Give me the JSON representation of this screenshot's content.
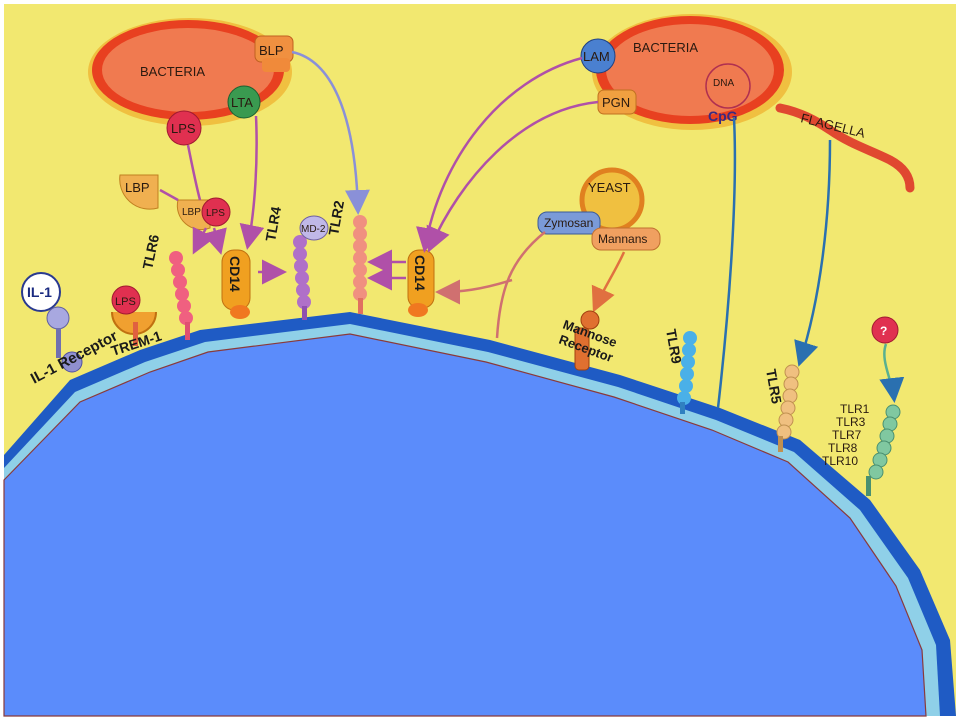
{
  "labels": {
    "bacteria_left": "BACTERIA",
    "blp": "BLP",
    "lta": "LTA",
    "lps_top": "LPS",
    "lbp": "LBP",
    "lbp_complex": "LBP",
    "lps_complex": "LPS",
    "md2": "MD-2",
    "lps_trem": "LPS",
    "il1": "IL-1",
    "il1_receptor": "IL-1 Receptor",
    "trem1": "TREM-1",
    "tlr6": "TLR6",
    "cd14_left": "CD14",
    "tlr4": "TLR4",
    "tlr2": "TLR2",
    "cd14_right": "CD14",
    "bacteria_right": "BACTERIA",
    "lam": "LAM",
    "pgn": "PGN",
    "dna": "DNA",
    "cpg": "CpG",
    "flagella": "FLAGELLA",
    "yeast": "YEAST",
    "zymosan": "Zymosan",
    "mannans": "Mannans",
    "mannose_receptor_1": "Mannose",
    "mannose_receptor_2": "Receptor",
    "tlr9": "TLR9",
    "tlr5": "TLR5",
    "unknown": "?",
    "tlr_group": [
      "TLR1",
      "TLR3",
      "TLR7",
      "TLR8",
      "TLR10"
    ]
  },
  "colors": {
    "background": "#f2e870",
    "cell": "#5b8cfb",
    "membrane": "#1f5bc4",
    "membrane_inner": "#8fd0e8",
    "bacteria": "#f07040",
    "bacteria_rim": "#e84020",
    "arrow_purple": "#b050a8",
    "arrow_blue": "#2a70b0",
    "arrow_lavender": "#8a90d8",
    "arrow_pink": "#d07070"
  }
}
